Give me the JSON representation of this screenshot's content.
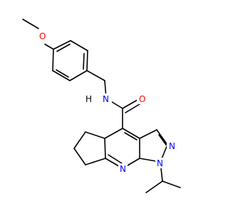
{
  "molecule": {
    "atom_labels": {
      "methoxy_oxygen": "O",
      "amide_nitrogen": "N",
      "amide_hydrogen": "H",
      "carbonyl_oxygen": "O",
      "pyrazole_n2": "N",
      "pyridine_n": "N",
      "pyrazole_n1": "N"
    },
    "colors": {
      "bond": "#000000",
      "oxygen": "#ff0000",
      "nitrogen": "#0000ff",
      "hydrogen": "#000000"
    }
  }
}
